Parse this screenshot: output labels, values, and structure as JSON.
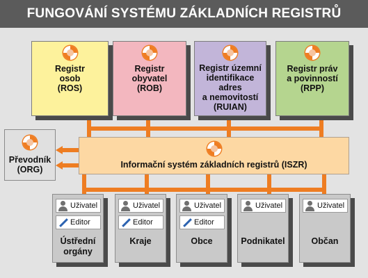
{
  "title": "FUNGOVÁNÍ SYSTÉMU ZÁKLADNÍCH REGISTRŮ",
  "colors": {
    "title_bar": "#5b5b5b",
    "background": "#e3e3e3",
    "connector": "#ee7d22",
    "ros": "#fdf29c",
    "rob": "#f3b7bf",
    "ruian": "#c2b5d9",
    "rpp": "#b5d58f",
    "iszr": "#fdd8a3",
    "user_box": "#c9c9c9"
  },
  "registers": [
    {
      "lines": [
        "Registr",
        "osob"
      ],
      "abbr": "(ROS)",
      "icon": "registry-logo-icon"
    },
    {
      "lines": [
        "Registr",
        "obyvatel"
      ],
      "abbr": "(ROB)",
      "icon": "registry-logo-icon"
    },
    {
      "lines": [
        "Registr územní",
        "identifikace",
        "adres",
        "a nemovitostí"
      ],
      "abbr": "(RUIAN)",
      "icon": "registry-logo-icon"
    },
    {
      "lines": [
        "Registr práv",
        "a povinností"
      ],
      "abbr": "(RPP)",
      "icon": "registry-logo-icon"
    }
  ],
  "iszr": {
    "label": "Informační systém základních registrů (ISZR)",
    "icon": "registry-logo-icon"
  },
  "prevodnik": {
    "lines": [
      "Převodník",
      "(ORG)"
    ],
    "icon": "registry-logo-icon"
  },
  "user_role": "Uživatel",
  "editor_role": "Editor",
  "users": [
    {
      "name_lines": [
        "Ústřední",
        "orgány"
      ],
      "has_editor": true
    },
    {
      "name_lines": [
        "Kraje"
      ],
      "has_editor": true
    },
    {
      "name_lines": [
        "Obce"
      ],
      "has_editor": true
    },
    {
      "name_lines": [
        "Podnikatel"
      ],
      "has_editor": false
    },
    {
      "name_lines": [
        "Občan"
      ],
      "has_editor": false
    }
  ]
}
